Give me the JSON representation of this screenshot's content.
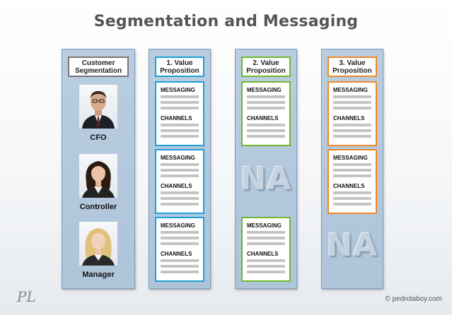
{
  "title": "Segmentation and Messaging",
  "segmentation": {
    "header": "Customer Segmentation",
    "personas": [
      {
        "label": "CFO",
        "icon": "man-with-glasses-portrait"
      },
      {
        "label": "Controller",
        "icon": "woman-dark-hair-portrait"
      },
      {
        "label": "Manager",
        "icon": "woman-blonde-portrait"
      }
    ]
  },
  "columns": [
    {
      "header": "1. Value Proposition",
      "color": "#1e9fd8"
    },
    {
      "header": "2. Value Proposition",
      "color": "#6fb82f"
    },
    {
      "header": "3. Value Proposition",
      "color": "#ee8a2b"
    }
  ],
  "card": {
    "messaging": "MESSAGING",
    "channels": "CHANNELS"
  },
  "na_label": "NA",
  "footer": {
    "logo": "PL",
    "copyright": "© pedrolaboy.com"
  }
}
